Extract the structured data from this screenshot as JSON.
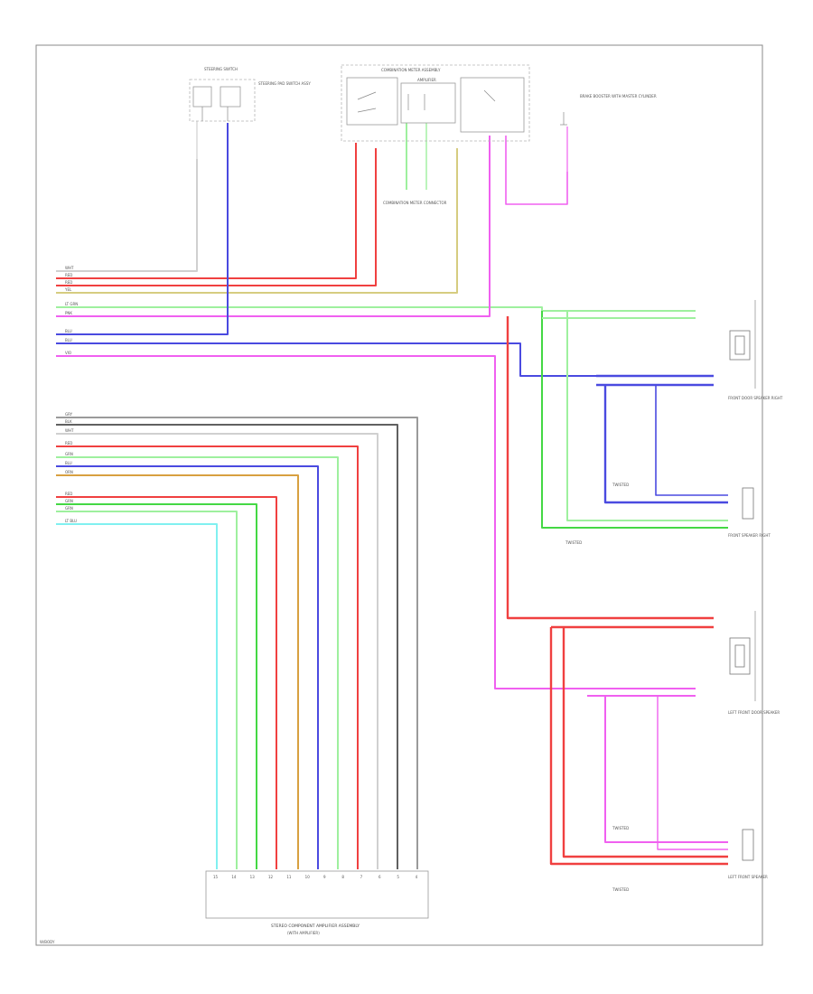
{
  "colors": {
    "white": "#d0d0d0",
    "blue": "#4a4ae0",
    "red": "#f04040",
    "yellow": "#d6cc80",
    "lightgreen": "#9ef09e",
    "green": "#44d844",
    "pink": "#f060f0",
    "gray": "#9a9a9a",
    "lightblue": "#80f0f0",
    "orange": "#d8a040",
    "black": "#606060"
  },
  "labels": {
    "top_switch": "STEERING SWITCH",
    "top_switch_note": "STEERING PAD SWITCH ASSY",
    "combination_meter": "COMBINATION METER ASSEMBLY",
    "combination_meter_sub": "AMPLIFIER",
    "meter_connector": "COMBINATION METER CONNECTOR",
    "brake_booster": "BRAKE BOOSTER WITH MASTER CYLINDER",
    "left_front_speaker_front": "FRONT DOOR SPEAKER RIGHT",
    "right_front_speaker": "FRONT SPEAKER RIGHT",
    "left_door_speaker": "LEFT FRONT DOOR SPEAKER",
    "left_front_speaker_bottom": "LEFT FRONT SPEAKER",
    "stereo_component": "STEREO COMPONENT AMPLIFIER ASSEMBLY",
    "stereo_component_sub": "(WITH AMPLIFIER)",
    "twisted_1": "TWISTED",
    "twisted_2": "TWISTED",
    "twisted_3": "TWISTED",
    "twisted_4": "TWISTED",
    "footer": "W/BODY"
  },
  "upper_bundle": [
    {
      "label": "WHT",
      "color": "white"
    },
    {
      "label": "RED",
      "color": "red"
    },
    {
      "label": "RED",
      "color": "red"
    },
    {
      "label": "YEL",
      "color": "yellow"
    },
    {
      "label": "LT GRN",
      "color": "lightgreen"
    },
    {
      "label": "PNK",
      "color": "pink"
    },
    {
      "label": "BLU",
      "color": "blue"
    },
    {
      "label": "BLU",
      "color": "blue"
    },
    {
      "label": "VIO",
      "color": "pink"
    }
  ],
  "lower_bundle": [
    {
      "label": "GRY",
      "color": "gray"
    },
    {
      "label": "BLK",
      "color": "black"
    },
    {
      "label": "WHT",
      "color": "white"
    },
    {
      "label": "RED",
      "color": "red"
    },
    {
      "label": "GRN",
      "color": "lightgreen"
    },
    {
      "label": "BLU",
      "color": "blue"
    },
    {
      "label": "ORN",
      "color": "orange"
    },
    {
      "label": "RED",
      "color": "red"
    },
    {
      "label": "GRN",
      "color": "green"
    },
    {
      "label": "GRN",
      "color": "lightgreen"
    },
    {
      "label": "LT BLU",
      "color": "lightblue"
    }
  ],
  "stereo_pins": [
    "15",
    "14",
    "13",
    "12",
    "11",
    "10",
    "9",
    "8",
    "7",
    "6",
    "5",
    "4"
  ]
}
